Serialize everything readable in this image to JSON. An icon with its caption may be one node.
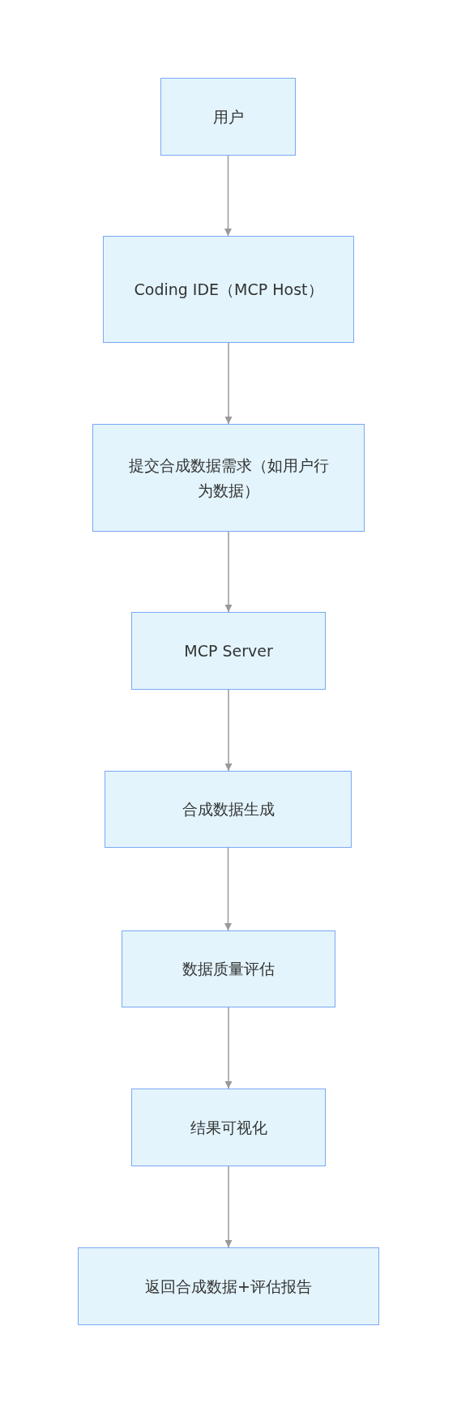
{
  "diagram": {
    "nodes": [
      {
        "text": [
          "用户"
        ]
      },
      {
        "text": [
          "Coding IDE（MCP Host）"
        ]
      },
      {
        "text": [
          "提交合成数据需求（如用户行为数据）"
        ]
      },
      {
        "text": [
          "MCP Server"
        ]
      },
      {
        "text": [
          "合成数据生成"
        ]
      },
      {
        "text": [
          "数据质量评估"
        ]
      },
      {
        "text": [
          "结果可视化"
        ]
      },
      {
        "text": [
          "返回合成数据+评估报告"
        ]
      }
    ],
    "edges": [
      {
        "from": 0,
        "to": 1,
        "arrow": "to"
      },
      {
        "from": 1,
        "to": 2,
        "arrow": "to"
      },
      {
        "from": 2,
        "to": 3,
        "arrow": "to"
      },
      {
        "from": 3,
        "to": 4,
        "arrow": "to"
      },
      {
        "from": 4,
        "to": 5,
        "arrow": "to"
      },
      {
        "from": 5,
        "to": 6,
        "arrow": "to"
      },
      {
        "from": 6,
        "to": 7,
        "arrow": "to"
      }
    ]
  }
}
